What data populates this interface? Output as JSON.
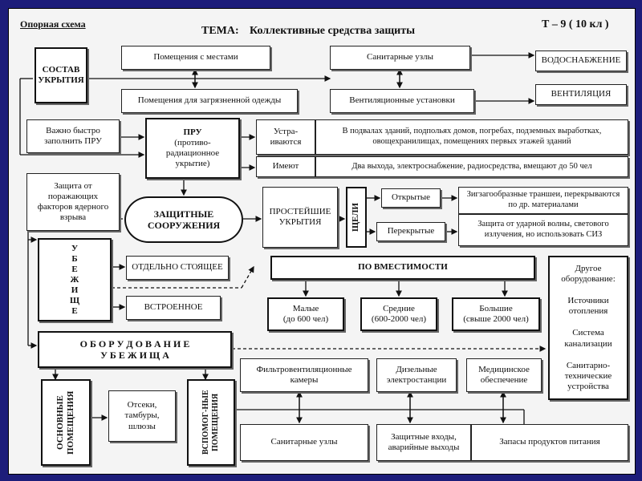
{
  "header": {
    "scheme_label": "Опорная схема",
    "title_prefix": "ТЕМА:",
    "title": "Коллективные средства защиты",
    "grade": "Т – 9 ( 10 кл )"
  },
  "boxes": {
    "sostav": "СОСТАВ УКРЫТИЯ",
    "pomesheniya_mesta": "Помещения с местами",
    "sanuzly_top": "Санитарные узлы",
    "vodosnabzhenie": "ВОДОСНАБЖЕНИЕ",
    "ventilyaciya": "ВЕНТИЛЯЦИЯ",
    "pomesheniya_odezhda": "Помещения для загрязненной одежды",
    "vent_ustanovki": "Вентиляционные установки",
    "vazhno": "Важно быстро заполнить ПРУ",
    "pru_title": "ПРУ",
    "pru_sub": "(противо-радиационное укрытие)",
    "ustraivayutsya": "Устра-иваются",
    "ustraivayutsya_text": "В подвалах зданий, подпольях домов, погребах, подземных выработках, овощехранилищах, помещениях первых этажей зданий",
    "imeyut": "Имеют",
    "imeyut_text": "Два выхода, электроснабжение, радиосредства, вмещают до 50 чел",
    "zashita": "Защита от поражающих факторов ядерного взрыва",
    "zashitnye": "ЗАЩИТНЫЕ СООРУЖЕНИЯ",
    "prosteishie": "ПРОСТЕЙШИЕ УКРЫТИЯ",
    "shcheli": "ЩЕЛИ",
    "otkrytye": "Открытые",
    "perekrytye": "Перекрытые",
    "zigzag": "Зигзагообразные траншеи, перекрываются по др. материалами",
    "udar": "Защита от ударной волны, светового излучения, но использовать СИЗ",
    "ubezhishche_letters": [
      "У",
      "Б",
      "Е",
      "Ж",
      "И",
      "Щ",
      "Е"
    ],
    "otdelno": "ОТДЕЛЬНО СТОЯЩЕЕ",
    "vstroennoe": "ВСТРОЕННОЕ",
    "po_vmestimosti": "ПО ВМЕСТИМОСТИ",
    "malye_1": "Малые",
    "malye_2": "(до 600 чел)",
    "srednie_1": "Средние",
    "srednie_2": "(600-2000 чел)",
    "bolshie_1": "Большие",
    "bolshie_2": "(свыше 2000 чел)",
    "drugoe": "Другое оборудование:",
    "istochniki": "Источники отопления",
    "kanalizaciya": "Система канализации",
    "santeh": "Санитарно-технические устройства",
    "oborudovanie_1": "О Б О Р У Д О В А Н И Е",
    "oborudovanie_2": "У Б Е Ж И Щ А",
    "osnovnye": "ОСНОВНЫЕ ПОМЕЩЕНИЯ",
    "otseki": "Отсеки, тамбуры, шлюзы",
    "vspomog": "ВСПОМОГ-НЫЕ ПОМЕЩЕНИЯ",
    "filtro": "Фильтровентиляционные камеры",
    "dizel": "Дизельные электростанции",
    "medic": "Медицинское обеспечение",
    "sanuzly_bottom": "Санитарные узлы",
    "vyhody": "Защитные входы, аварийные выходы",
    "zapasy": "Запасы продуктов питания"
  }
}
